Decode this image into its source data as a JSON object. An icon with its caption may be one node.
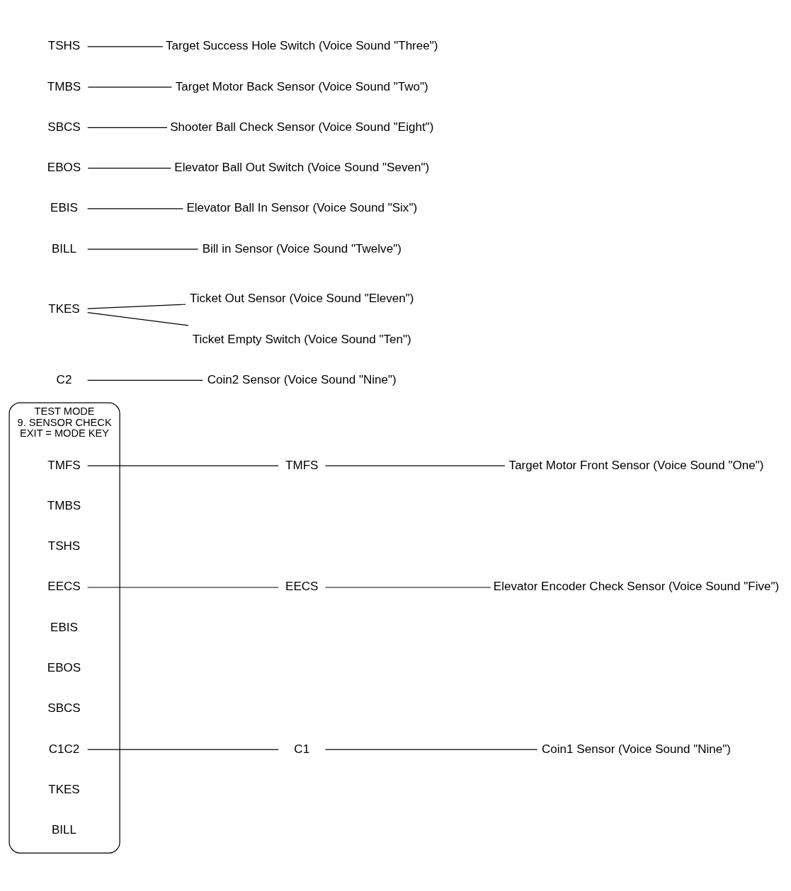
{
  "diagram": {
    "nodes": [
      {
        "text": [
          "TEST MODE",
          "9. SENSOR CHECK",
          "EXIT = MODE KEY"
        ]
      },
      {
        "text": [
          "TMFS"
        ],
        "in": 0
      },
      {
        "text": [
          "TMBS"
        ],
        "in": 0
      },
      {
        "text": [
          "TSHS"
        ],
        "in": 0
      },
      {
        "text": [
          "EECS"
        ],
        "in": 0
      },
      {
        "text": [
          "EBIS"
        ],
        "in": 0
      },
      {
        "text": [
          "EBOS"
        ],
        "in": 0
      },
      {
        "text": [
          "SBCS"
        ],
        "in": 0
      },
      {
        "text": [
          "C1C2"
        ],
        "in": 0
      },
      {
        "text": [
          "TKES"
        ],
        "in": 0
      },
      {
        "text": [
          "BILL"
        ],
        "in": 0
      },
      {
        "text": [
          "C1"
        ]
      },
      {
        "text": [
          "C2"
        ]
      },
      {
        "text": [
          "TKES"
        ]
      },
      {
        "text": [
          "BILL"
        ]
      },
      {
        "text": [
          "Bill in Sensor (Voice Sound \"Twelve\")"
        ]
      },
      {
        "text": [
          "Ticket Out Sensor (Voice Sound \"Eleven\")"
        ]
      },
      {
        "text": [
          "Ticket Empty Switch (Voice Sound \"Ten\")"
        ]
      },
      {
        "text": [
          "Coin2 Sensor (Voice Sound \"Nine\")"
        ]
      },
      {
        "text": [
          "Coin1 Sensor (Voice Sound \"Nine\")"
        ]
      },
      {
        "text": [
          "EECS"
        ]
      },
      {
        "text": [
          "EBIS"
        ]
      },
      {
        "text": [
          "EBOS"
        ]
      },
      {
        "text": [
          "SBCS"
        ]
      },
      {
        "text": [
          "Shooter Ball Check Sensor (Voice Sound \"Eight\")"
        ]
      },
      {
        "text": [
          "Elevator Ball Out Switch (Voice Sound \"Seven\")"
        ]
      },
      {
        "text": [
          "Elevator Ball In Sensor (Voice Sound \"Six\")"
        ]
      },
      {
        "text": [
          "Elevator Encoder Check Sensor (Voice Sound \"Five\")"
        ]
      },
      {
        "text": [
          "TMFS"
        ]
      },
      {
        "text": [
          "TMBS"
        ]
      },
      {
        "text": [
          "TSHS"
        ]
      },
      {
        "text": [
          "Target Success Hole Switch (Voice Sound \"Three\")"
        ]
      },
      {
        "text": [
          "Target Motor Back Sensor (Voice Sound \"Two\")"
        ]
      },
      {
        "text": [
          "Target Motor Front Sensor (Voice Sound \"One\")"
        ]
      }
    ],
    "edges": [
      {
        "from": 8,
        "to": 11,
        "arrow": "none"
      },
      {
        "from": 14,
        "to": 15,
        "arrow": "none"
      },
      {
        "from": 13,
        "to": 16,
        "arrow": "none"
      },
      {
        "from": 13,
        "to": 17,
        "arrow": "none"
      },
      {
        "from": 12,
        "to": 18,
        "arrow": "none"
      },
      {
        "from": 11,
        "to": 19,
        "arrow": "none"
      },
      {
        "from": 4,
        "to": 20,
        "arrow": "none"
      },
      {
        "from": 23,
        "to": 24,
        "arrow": "none"
      },
      {
        "from": 22,
        "to": 25,
        "arrow": "none"
      },
      {
        "from": 21,
        "to": 26,
        "arrow": "none"
      },
      {
        "from": 20,
        "to": 27,
        "arrow": "none"
      },
      {
        "from": 1,
        "to": 28,
        "arrow": "none"
      },
      {
        "from": 30,
        "to": 31,
        "arrow": "none"
      },
      {
        "from": 29,
        "to": 32,
        "arrow": "none"
      },
      {
        "from": 28,
        "to": 33,
        "arrow": "none"
      }
    ]
  }
}
